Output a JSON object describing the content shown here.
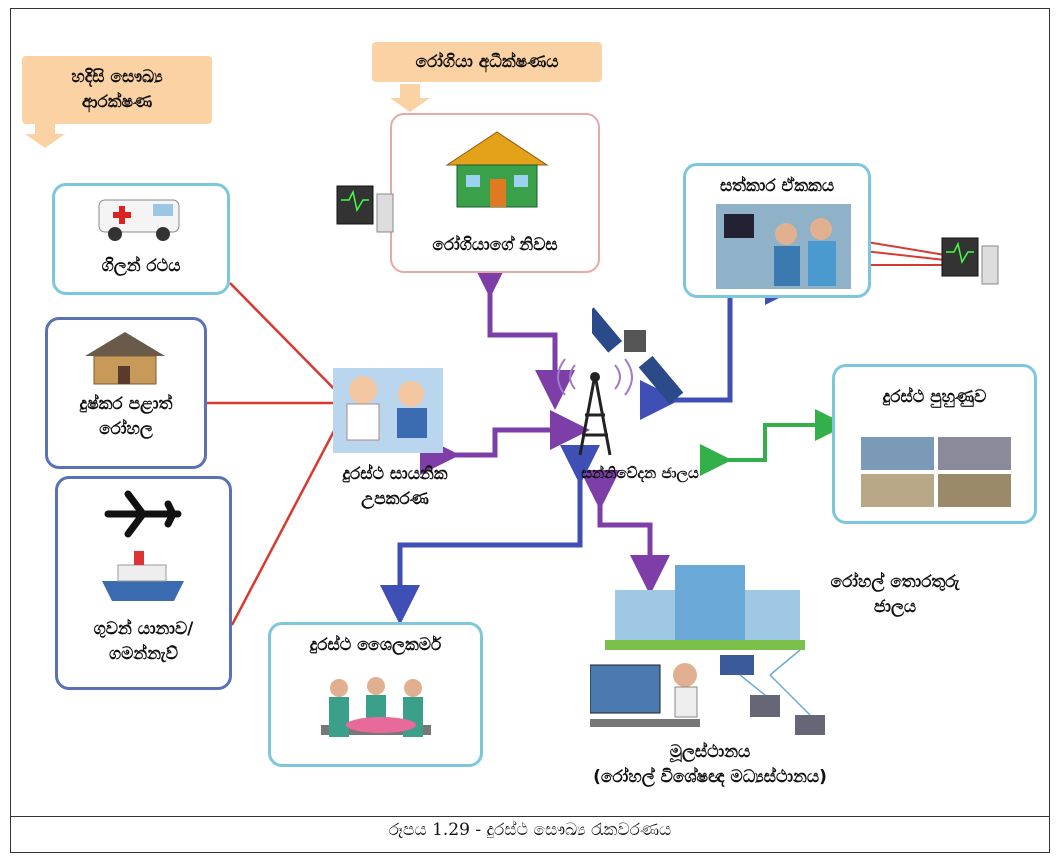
{
  "banners": {
    "emergency": "හදිසි සෞඛ්‍ය\nආරක්ෂණ",
    "patient_monitoring": "රෝගියා අධීක්ෂණය"
  },
  "nodes": {
    "ambulance": "ගිලන් රථය",
    "remote_hospital": "දුෂ්කර පළාත්\nරෝහල",
    "aircraft_ship": "ගුවන් යානාව/\nගමන්නැව්",
    "patient_home": "රෝගියාගේ නිවස",
    "care_unit": "සත්කාර ඒකකය",
    "clinical_devices": "දුරස්ථ සායනික\nඋපකරණ",
    "telecom_network": "සන්නිවේදන ජාලය",
    "remote_training": "දුරස්ථ පුහුණුව",
    "hospital_info": "රෝහල් තොරතුරු\nජාලය",
    "remote_surgery": "දුරස්ථ ශෛලකර්ම",
    "headquarters": "මූලස්ථානය\n(රෝහල් විශේෂඥ මධ්‍යස්ථානය)"
  },
  "caption": "රූපය  1.29 - දුරස්ථ සෞඛ්‍ය රැකවරණය",
  "icons": [
    "ambulance-icon",
    "house-icon",
    "airplane-icon",
    "ship-icon",
    "patient-home-icon",
    "monitor-icon",
    "doctors-photo-icon",
    "satellite-icon",
    "antenna-tower-icon",
    "training-photos-icon",
    "hospital-building-icon",
    "computer-desk-icon",
    "surgery-icon",
    "nurse-icon"
  ],
  "colors": {
    "purple_arrow": "#7d3ea8",
    "blue_arrow": "#3f4fb5",
    "green_arrow": "#34b04a",
    "red_line": "#d83a30",
    "banner": "#fbd2a4"
  }
}
